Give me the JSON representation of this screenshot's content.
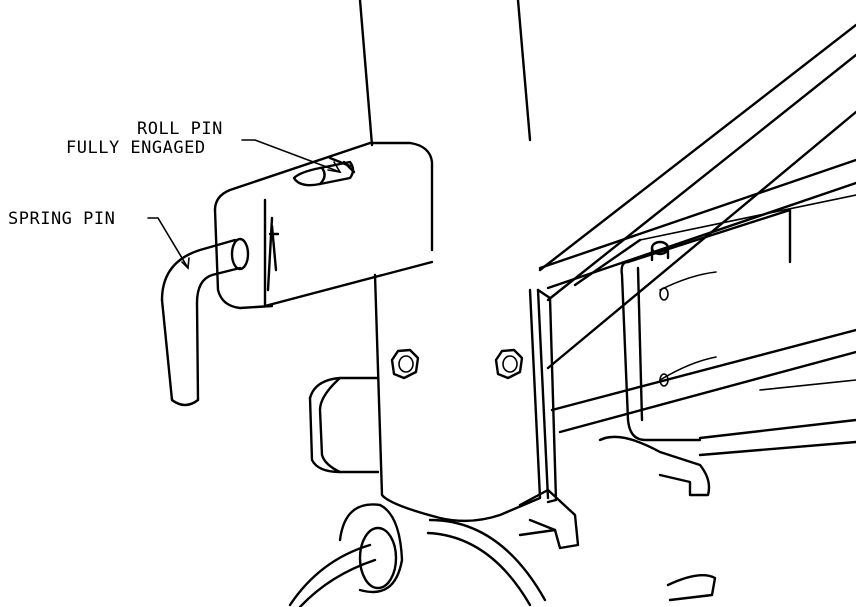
{
  "callouts": {
    "roll_pin_line1": "ROLL PIN",
    "roll_pin_line2": "FULLY ENGAGED",
    "spring_pin": "SPRING PIN"
  }
}
